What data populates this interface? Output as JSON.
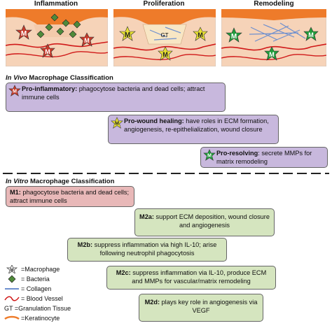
{
  "stages": [
    {
      "title": "Inflammation"
    },
    {
      "title": "Proliferation",
      "gt_label": "GT"
    },
    {
      "title": "Remodeling"
    }
  ],
  "macrophage_letter": "M",
  "in_vivo": {
    "title_italic": "In Vivo",
    "title_rest": " Macrophage Classification",
    "boxes": [
      {
        "label": "Pro-inflammatory:",
        "text": " phagocytose bacteria and dead cells; attract immune cells"
      },
      {
        "label": "Pro-wound healing:",
        "text": "  have roles in ECM formation, angiogenesis, re-epithelialization, wound closure"
      },
      {
        "label": "Pro-resolving",
        "text": ": secrete MMPs for matrix remodeling"
      }
    ]
  },
  "in_vitro": {
    "title_italic": "In Vitro",
    "title_rest": " Macrophage Classification",
    "boxes": [
      {
        "label": "M1:",
        "text": " phagocytose bacteria and dead cells; attract immune cells"
      },
      {
        "label": "M2a:",
        "text": " support ECM deposition, wound closure and angiogenesis"
      },
      {
        "label": "M2b:",
        "text": " suppress inflammation via high IL-10; arise following neutrophil phagocytosis"
      },
      {
        "label": "M2c:",
        "text": " suppress inflammation via IL-10, produce ECM and MMPs for vascular/matrix remodeling"
      },
      {
        "label": "M2d:",
        "text": " plays key role in angiogenesis via VEGF"
      }
    ]
  },
  "legend": [
    {
      "text": "=Macrophage",
      "icon": "macrophage-icon"
    },
    {
      "text": "= Bacteria",
      "icon": "bacteria-icon"
    },
    {
      "text": "= Collagen",
      "icon": "collagen-icon"
    },
    {
      "text": "= Blood Vessel",
      "icon": "blood-vessel-icon"
    },
    {
      "text": "GT =Granulation Tissue",
      "icon": "none"
    },
    {
      "text": "=Keratinocyte",
      "icon": "keratinocyte-icon"
    }
  ],
  "colors": {
    "skin": "#f6d3b8",
    "epidermis": "#ee7b2a",
    "vessel": "#d01919",
    "collagen": "#6d8fcf",
    "purple_box": "#c8b8dd",
    "pink_box": "#e8b8b8",
    "green_box": "#d5e5bf",
    "m_red": "#c83a2a",
    "m_yellow": "#e6df32",
    "m_green": "#1f9d3a",
    "bacteria": "#4f8a3a"
  }
}
